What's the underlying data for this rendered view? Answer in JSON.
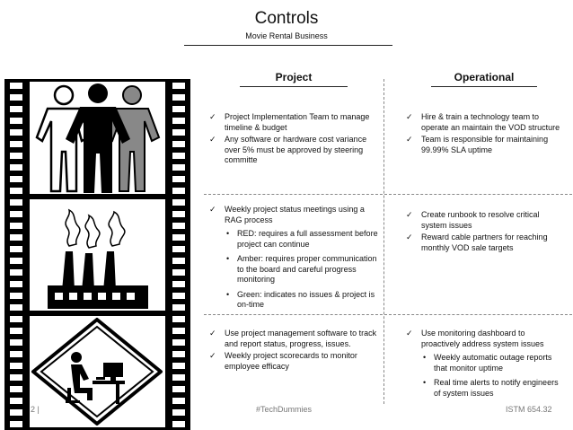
{
  "header": {
    "title": "Controls",
    "subtitle": "Movie Rental Business"
  },
  "columns": {
    "project": "Project",
    "operational": "Operational"
  },
  "rows": [
    {
      "project": [
        {
          "text": "Project Implementation Team to manage timeline & budget"
        },
        {
          "text": "Any software or hardware cost variance over 5% must be approved by steering committe"
        }
      ],
      "operational": [
        {
          "text": "Hire & train a technology team to operate an maintain the VOD structure"
        },
        {
          "text": "Team is responsible for maintaining 99.99% SLA uptime"
        }
      ]
    },
    {
      "project": [
        {
          "text": "Weekly project status meetings using a RAG process",
          "subitems": [
            "RED: requires a full assessment before project can continue",
            "Amber: requires proper communication to the board and careful progress monitoring",
            "Green: indicates no issues & project is on-time"
          ]
        }
      ],
      "operational": [
        {
          "text": "Create runbook to resolve critical system issues"
        },
        {
          "text": "Reward cable partners for reaching monthly VOD sale targets"
        }
      ]
    },
    {
      "project": [
        {
          "text": "Use project management software to track and report status, progress, issues."
        },
        {
          "text": "Weekly project scorecards to monitor employee efficacy"
        }
      ],
      "operational": [
        {
          "text": "Use monitoring dashboard to proactively address system issues",
          "subitems": [
            "Weekly automatic outage reports that monitor uptime",
            "Real time alerts to notify engineers of system issues"
          ]
        }
      ]
    }
  ],
  "footer": {
    "page": "2 |",
    "hashtag": "#TechDummies",
    "course": "ISTM 654.32"
  },
  "icons": [
    "team-icon",
    "factory-icon",
    "computer-worker-sign-icon"
  ],
  "bullet_marker": "✓",
  "sub_marker": "•"
}
